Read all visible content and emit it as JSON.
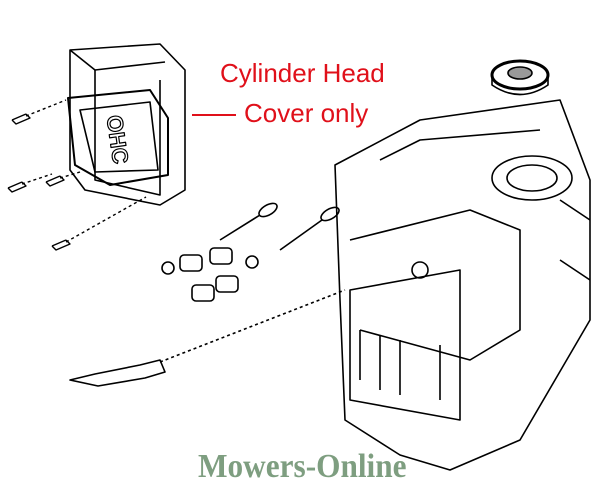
{
  "callout": {
    "line1": "Cylinder Head",
    "line2": "Cover only",
    "color": "#e0101a"
  },
  "cover_stamp": "OHC",
  "watermark": "Mowers-Online"
}
